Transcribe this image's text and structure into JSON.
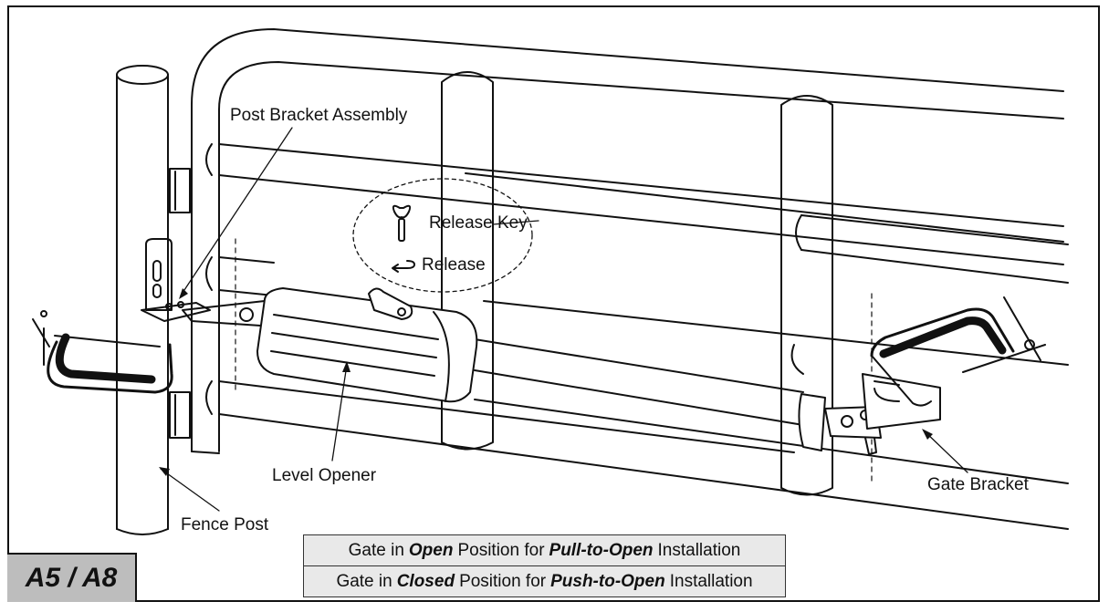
{
  "labels": {
    "post_bracket_assembly": "Post Bracket Assembly",
    "release_key": "Release Key",
    "release": "Release",
    "level_opener": "Level Opener",
    "fence_post": "Fence Post",
    "gate_bracket": "Gate Bracket"
  },
  "model_badge": "A5 / A8",
  "captions": [
    {
      "prefix": "Gate in",
      "state": "Open",
      "middle": "Position for",
      "mode": "Pull-to-Open",
      "suffix": "Installation"
    },
    {
      "prefix": "Gate in",
      "state": "Closed",
      "middle": "Position for",
      "mode": "Push-to-Open",
      "suffix": "Installation"
    }
  ],
  "icons": [
    "release-key-icon",
    "rotate-arrow-icon"
  ],
  "colors": {
    "line": "#111111",
    "badge_bg": "#bdbdbd",
    "caption_bg": "#e9e9e9"
  }
}
